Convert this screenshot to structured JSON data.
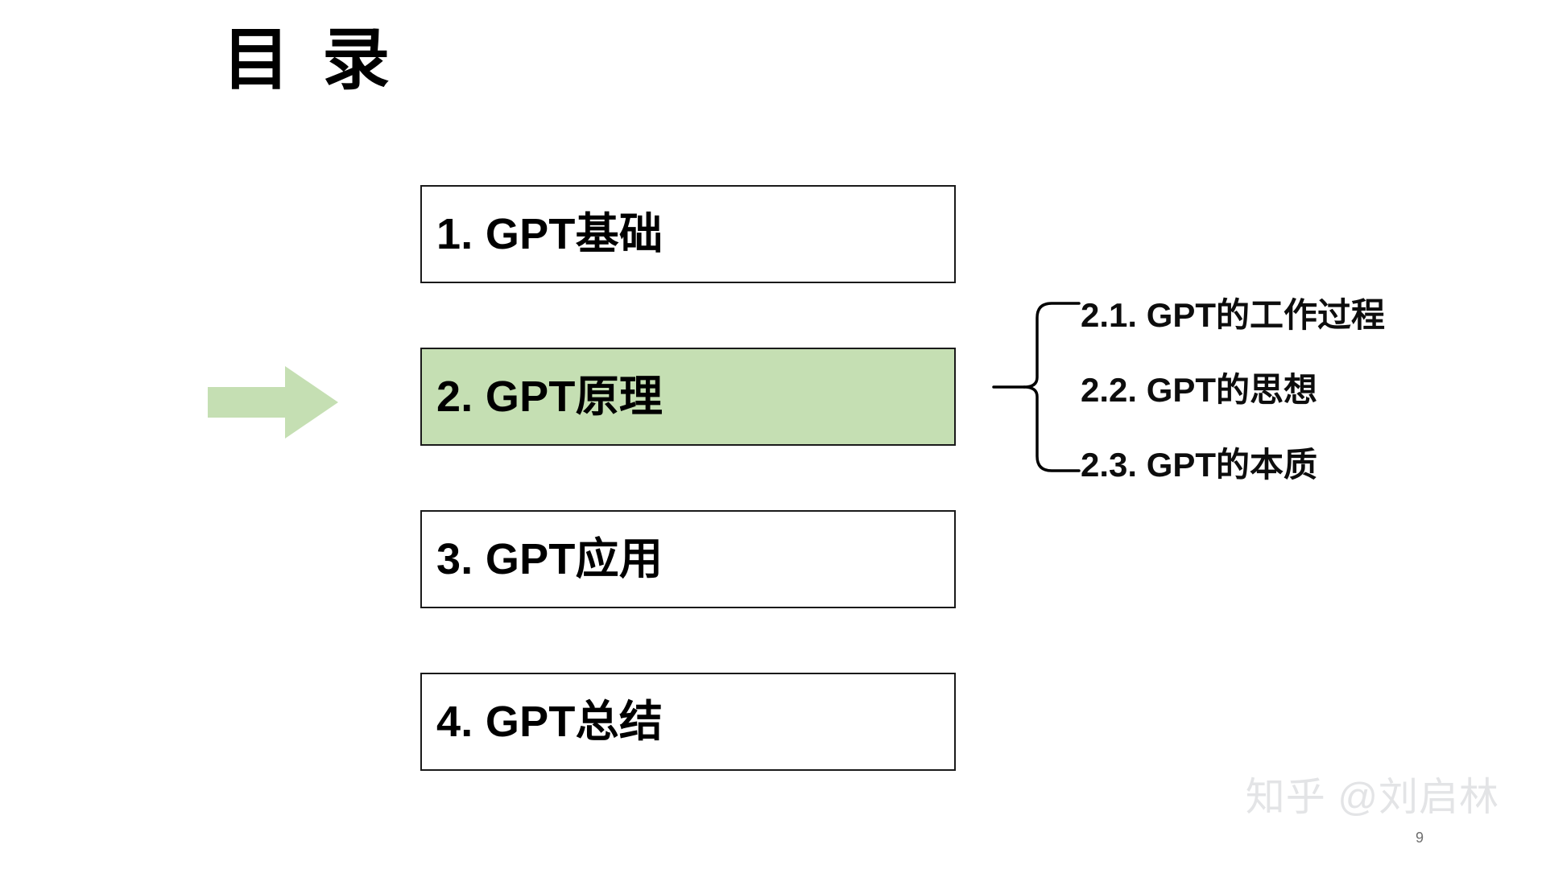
{
  "slide": {
    "title": "目 录",
    "page_number": "9",
    "watermark": "知乎 @刘启林",
    "colors": {
      "highlight_fill": "#c5dfb3",
      "arrow_fill": "#c5dfb3",
      "box_border": "#1a1a1a",
      "box_fill": "#ffffff",
      "text": "#000000",
      "watermark": "#e3e4e6"
    }
  },
  "agenda": {
    "items": [
      {
        "label": "1. GPT基础",
        "current": false
      },
      {
        "label": "2. GPT原理",
        "current": true
      },
      {
        "label": "3. GPT应用",
        "current": false
      },
      {
        "label": "4. GPT总结",
        "current": false
      }
    ]
  },
  "sub_items": {
    "parent": "2. GPT原理",
    "items": [
      {
        "label": "2.1. GPT的工作过程"
      },
      {
        "label": "2.2. GPT的思想"
      },
      {
        "label": "2.3. GPT的本质"
      }
    ]
  },
  "icons": {
    "pointer_arrow": "right-arrow-icon",
    "brace": "curly-brace-icon"
  }
}
